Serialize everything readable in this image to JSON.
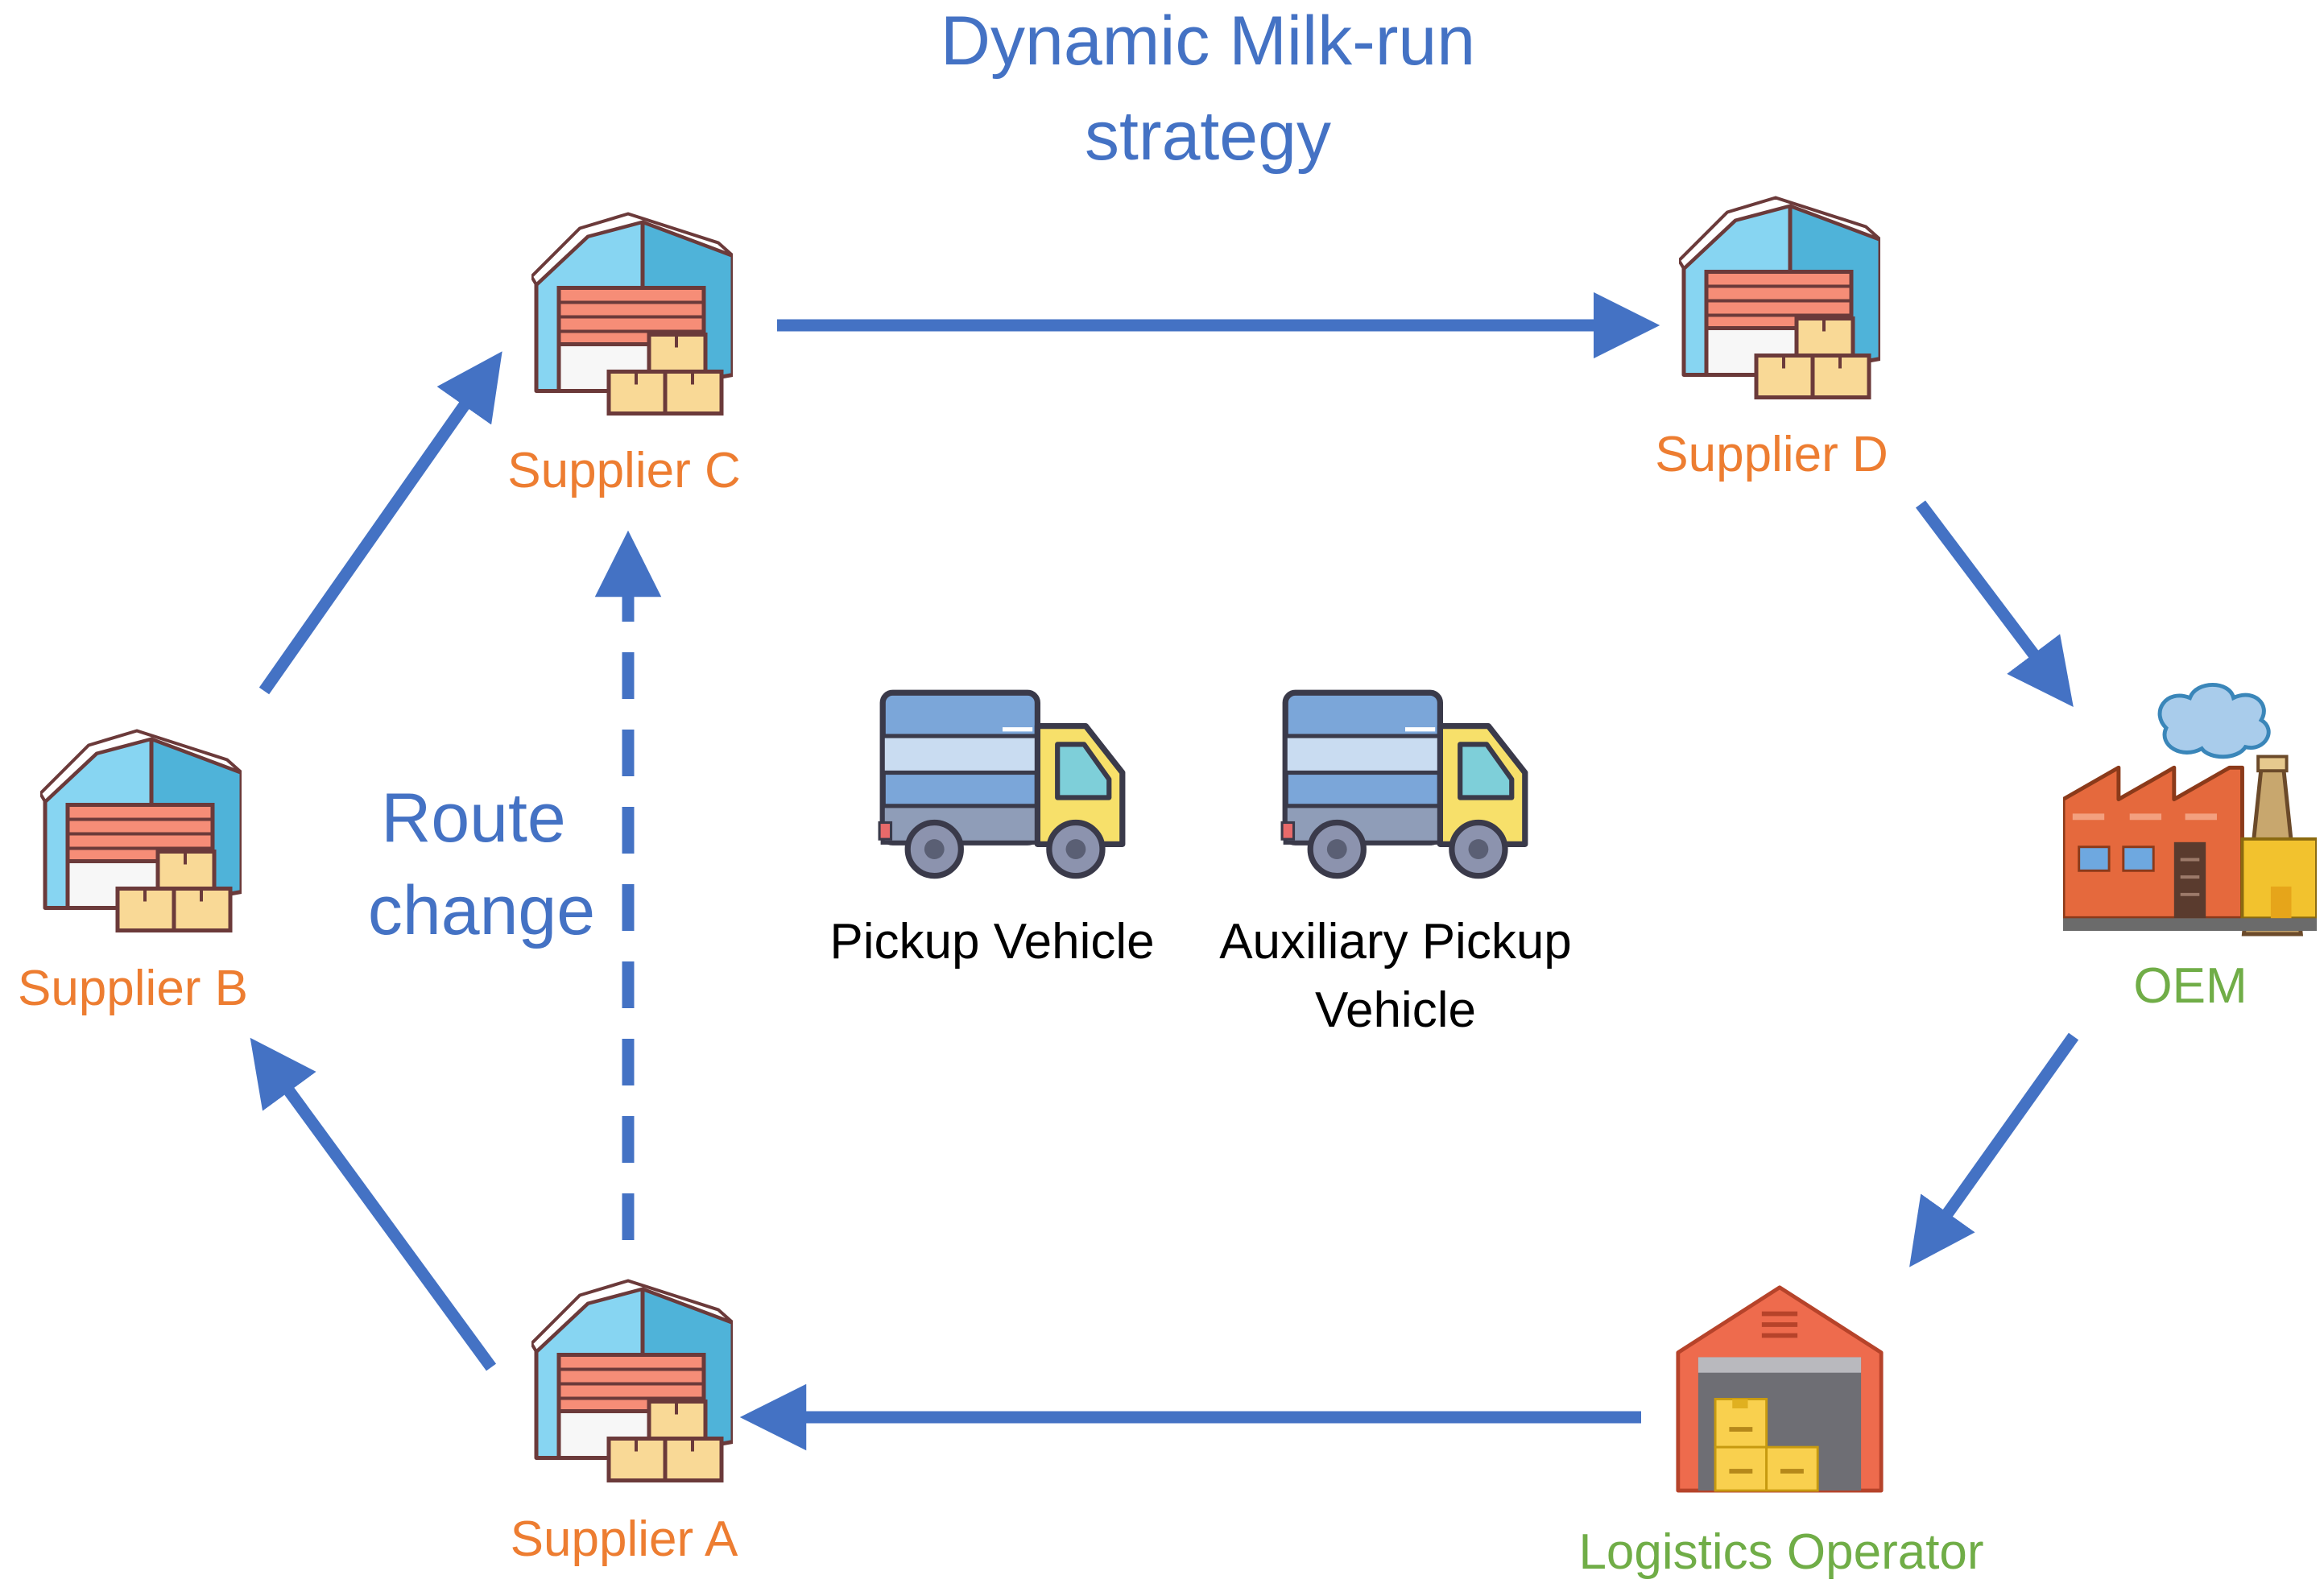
{
  "title": {
    "line1": "Dynamic Milk-run",
    "line2": "strategy"
  },
  "nodes": {
    "supplier_a": "Supplier A",
    "supplier_b": "Supplier B",
    "supplier_c": "Supplier C",
    "supplier_d": "Supplier D",
    "oem": "OEM",
    "logistics_operator": "Logistics Operator"
  },
  "route_change": {
    "line1": "Route",
    "line2": "change"
  },
  "vehicles": {
    "pickup": "Pickup Vehicle",
    "auxiliary_line1": "Auxiliary Pickup",
    "auxiliary_line2": "Vehicle"
  },
  "colors": {
    "arrow": "#4472C4",
    "title": "#4472C4",
    "supplier_label": "#ED7D31",
    "green_label": "#70AD47",
    "vehicle_label": "#000000"
  },
  "icons": {
    "supplier": "warehouse-with-boxes-icon",
    "oem": "factory-icon",
    "logistics": "garage-warehouse-icon",
    "vehicle": "delivery-truck-icon"
  }
}
